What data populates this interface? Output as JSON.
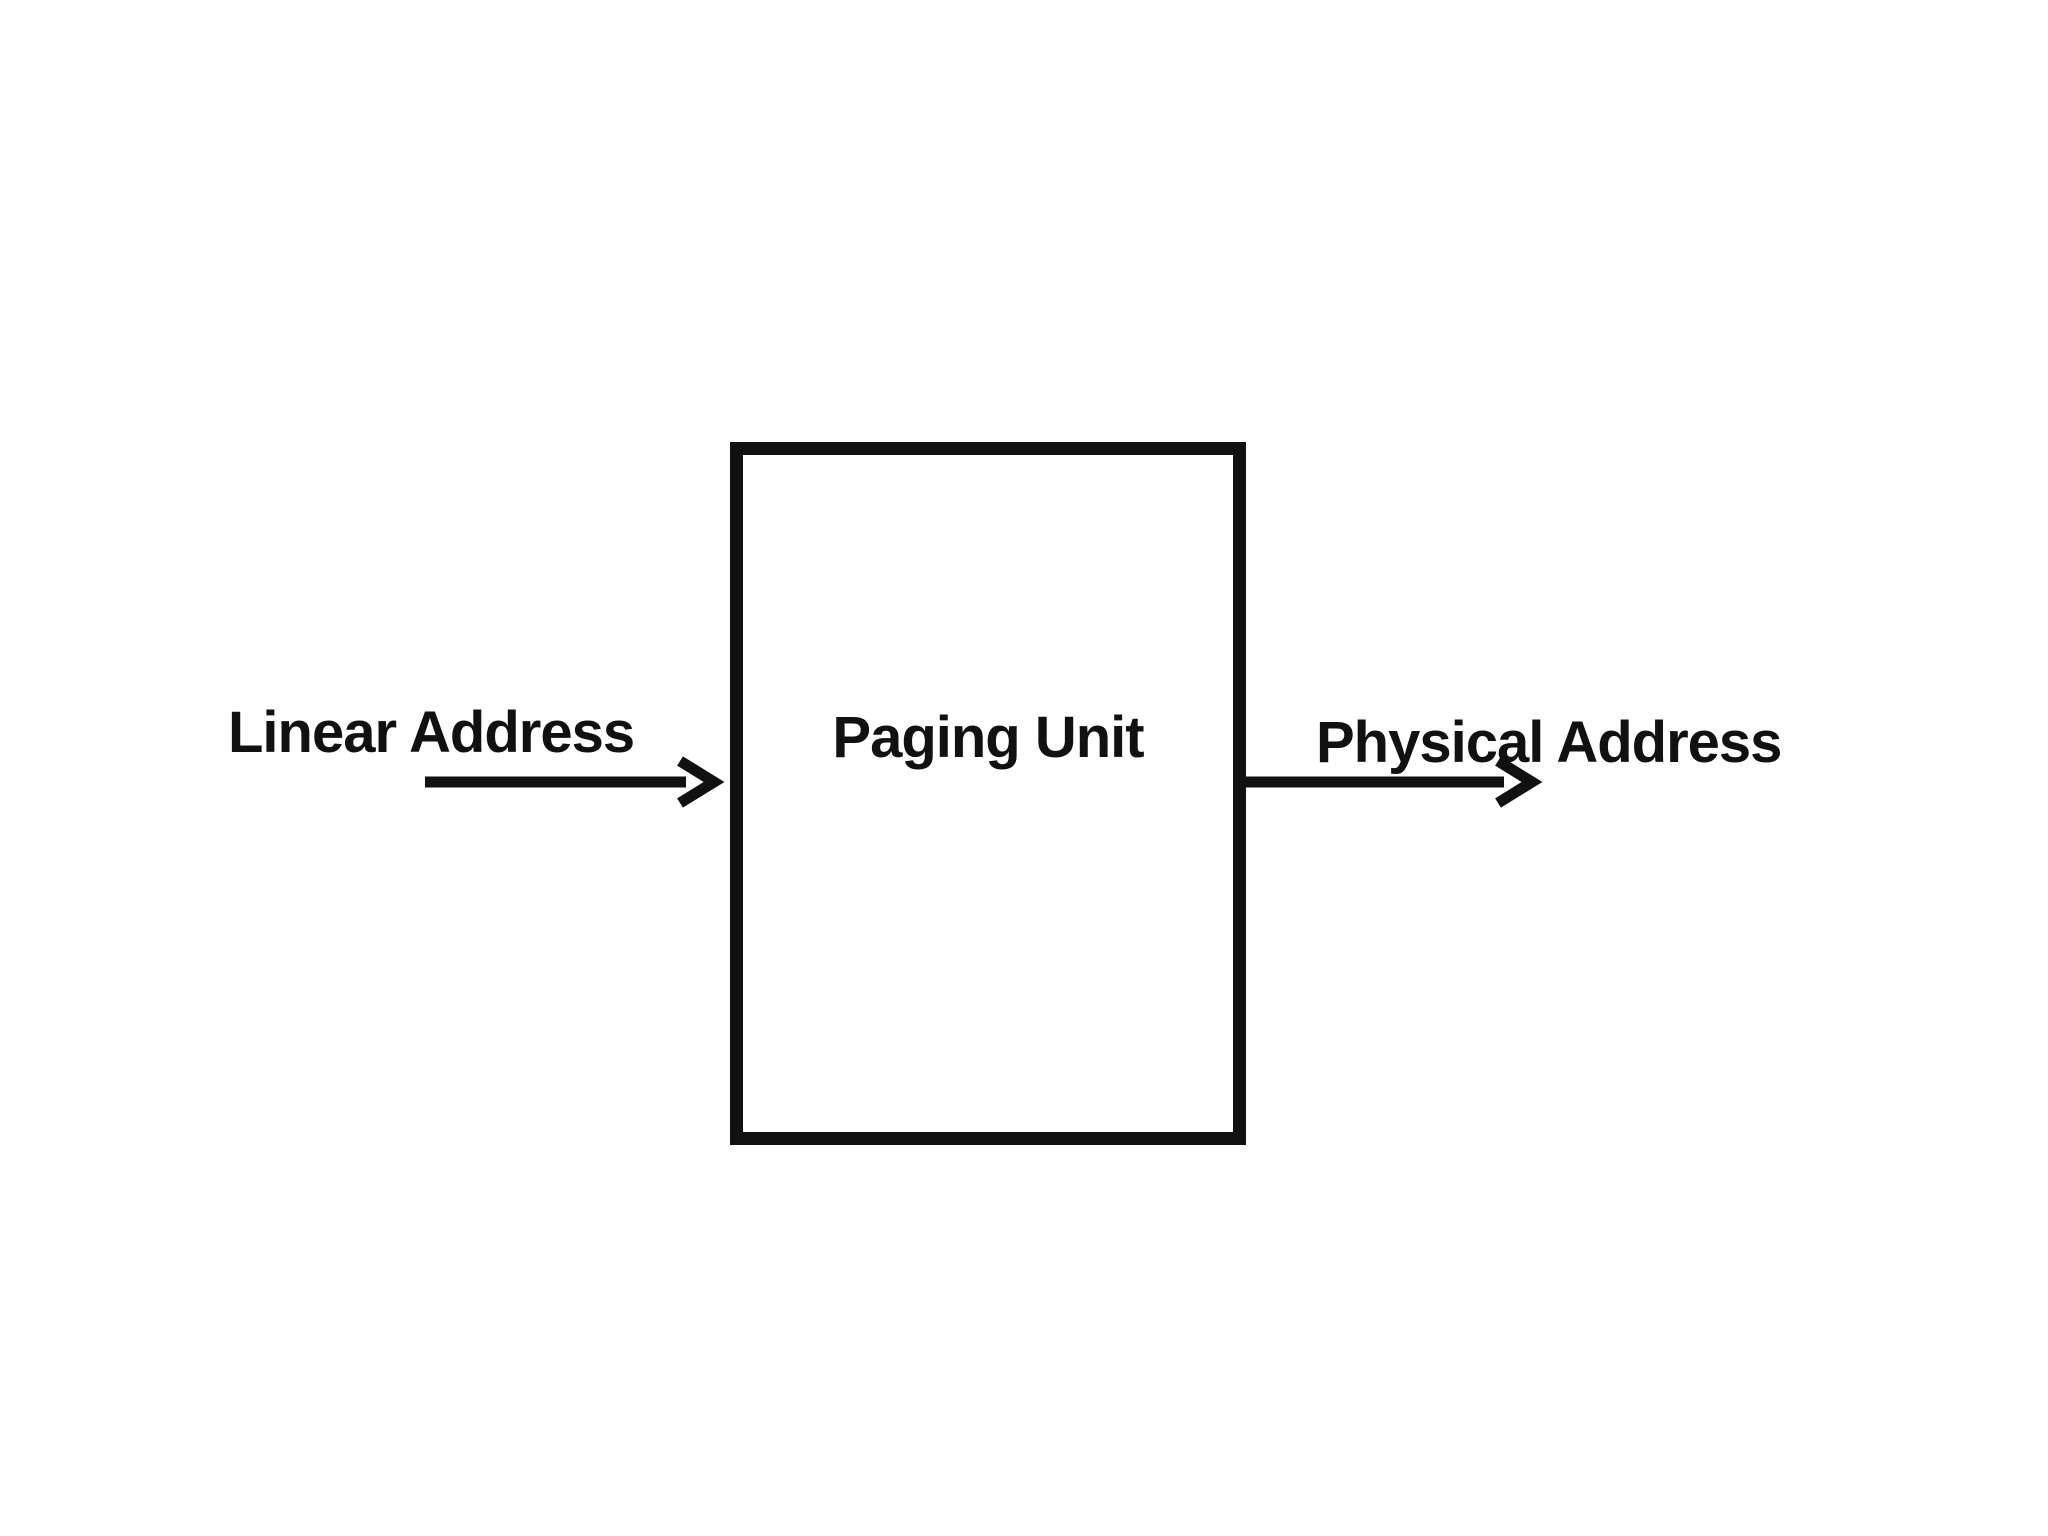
{
  "diagram": {
    "input_label": "Linear Address",
    "box_label": "Paging Unit",
    "output_label": "Physical Address"
  },
  "colors": {
    "ink": "#111111",
    "background": "#ffffff"
  }
}
